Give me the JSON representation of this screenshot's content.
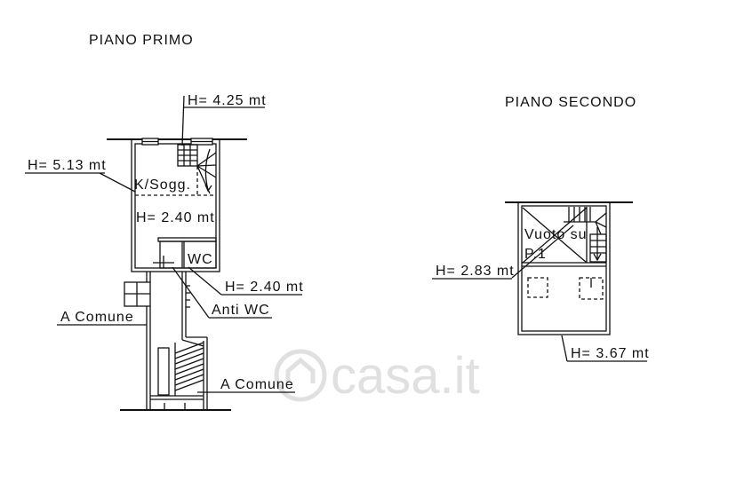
{
  "floor_first": {
    "title": "PIANO PRIMO",
    "height_top": "H= 4.25 mt",
    "height_left": "H= 5.13 mt",
    "room_kitchen": "K/Sogg.",
    "height_room": "H= 2.40 mt",
    "room_wc": "WC",
    "height_wc": "H= 2.40 mt",
    "room_anti_wc": "Anti WC",
    "common_left": "A Comune",
    "common_bottom": "A Comune"
  },
  "floor_second": {
    "title": "PIANO SECONDO",
    "void_line1": "Vuoto su",
    "void_line2": "P.1",
    "height_left": "H= 2.83 mt",
    "height_bottom": "H= 3.67 mt"
  },
  "watermark": {
    "text": "casa.it",
    "icon": "casa-it-logo-icon"
  },
  "colors": {
    "ink": "#111111",
    "watermark": "#d6d6d6",
    "background": "#ffffff"
  }
}
